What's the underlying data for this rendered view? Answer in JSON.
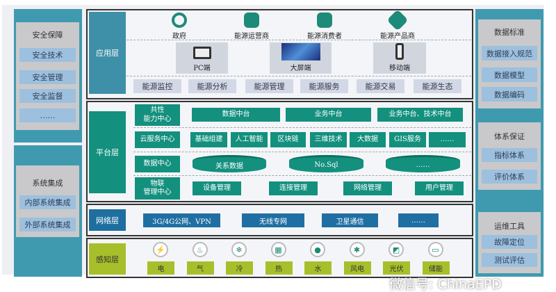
{
  "left": {
    "panel1": {
      "title": "安全保障",
      "items": [
        "安全技术",
        "安全管理",
        "安全监督",
        "……"
      ]
    },
    "panel2": {
      "title": "系统集成",
      "items": [
        "内部系统集成",
        "外部系统集成"
      ]
    }
  },
  "right": {
    "panel1": {
      "title": "数据标准",
      "items": [
        "数据接入规范",
        "数据模型",
        "数据编码"
      ]
    },
    "panel2": {
      "title": "体系保证",
      "items": [
        "指标体系",
        "评价体系"
      ]
    },
    "panel3": {
      "title": "运维工具",
      "items": [
        "故障定位",
        "测试评估"
      ]
    }
  },
  "app": {
    "label": "应用层",
    "roles": [
      "政府",
      "能源运营商",
      "能源消费者",
      "能源产品商"
    ],
    "devices": [
      "PC端",
      "大屏端",
      "移动端"
    ],
    "functions": [
      "能源监控",
      "能源分析",
      "能源管理",
      "能源服务",
      "能源交易",
      "能源生态"
    ]
  },
  "platform": {
    "label": "平台层",
    "row1": {
      "label": "共性\n能力中心",
      "items": [
        "数据中台",
        "业务中台",
        "业务中台、技术中台"
      ]
    },
    "row2": {
      "label": "云服务中心",
      "items": [
        "基础组建",
        "人工智能",
        "区块链",
        "三维技术",
        "大数据",
        "GIS服务",
        "……"
      ]
    },
    "row3": {
      "label": "数据中心",
      "items": [
        "关系数据",
        "No.Sql",
        "……"
      ]
    },
    "row4": {
      "label": "物联\n管理中心",
      "items": [
        "设备管理",
        "连接管理",
        "网络管理",
        "用户管理"
      ]
    }
  },
  "network": {
    "label": "网络层",
    "items": [
      "3G/4G公网、VPN",
      "无线专网",
      "卫星通信",
      "……"
    ]
  },
  "sensing": {
    "label": "感知层",
    "items": [
      "电",
      "气",
      "冷",
      "热",
      "水",
      "风电",
      "光伏",
      "储能"
    ],
    "icons": [
      "lightning-icon",
      "flame-icon",
      "snowflake-icon",
      "heat-icon",
      "water-drop-icon",
      "wind-turbine-icon",
      "solar-panel-icon",
      "battery-icon"
    ]
  },
  "watermark": "微信号: ChinaEPD"
}
